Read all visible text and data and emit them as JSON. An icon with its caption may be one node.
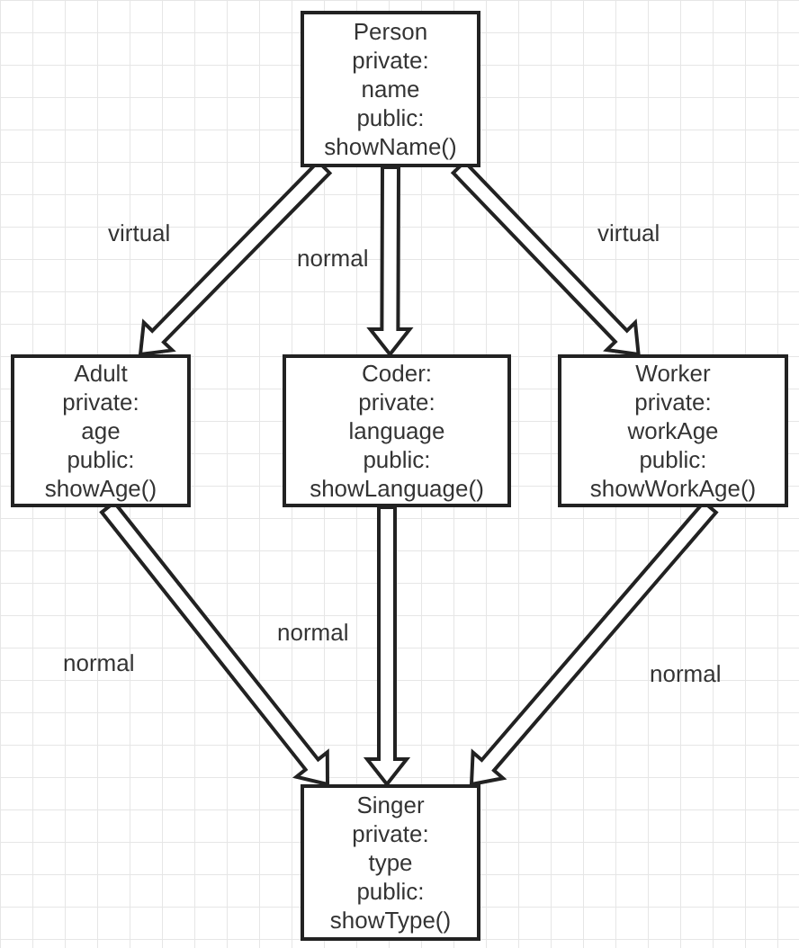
{
  "diagram": {
    "nodes": [
      {
        "text": [
          "Person",
          "private:",
          "name",
          "public:",
          "showName()"
        ]
      },
      {
        "text": [
          "Adult",
          "private:",
          "age",
          "public:",
          "showAge()"
        ]
      },
      {
        "text": [
          "Coder:",
          "private:",
          "language",
          "public:",
          "showLanguage()"
        ]
      },
      {
        "text": [
          "Worker",
          "private:",
          "workAge",
          "public:",
          "showWorkAge()"
        ]
      },
      {
        "text": [
          "Singer",
          "private:",
          "type",
          "public:",
          "showType()"
        ]
      }
    ],
    "edges": [
      {
        "from": 0,
        "to": 1,
        "arrow": "to",
        "label": "virtual"
      },
      {
        "from": 0,
        "to": 2,
        "arrow": "to",
        "label": "normal"
      },
      {
        "from": 0,
        "to": 3,
        "arrow": "to",
        "label": "virtual"
      },
      {
        "from": 1,
        "to": 4,
        "arrow": "to",
        "label": "normal"
      },
      {
        "from": 2,
        "to": 4,
        "arrow": "to",
        "label": "normal"
      },
      {
        "from": 3,
        "to": 4,
        "arrow": "to",
        "label": "normal"
      }
    ]
  }
}
